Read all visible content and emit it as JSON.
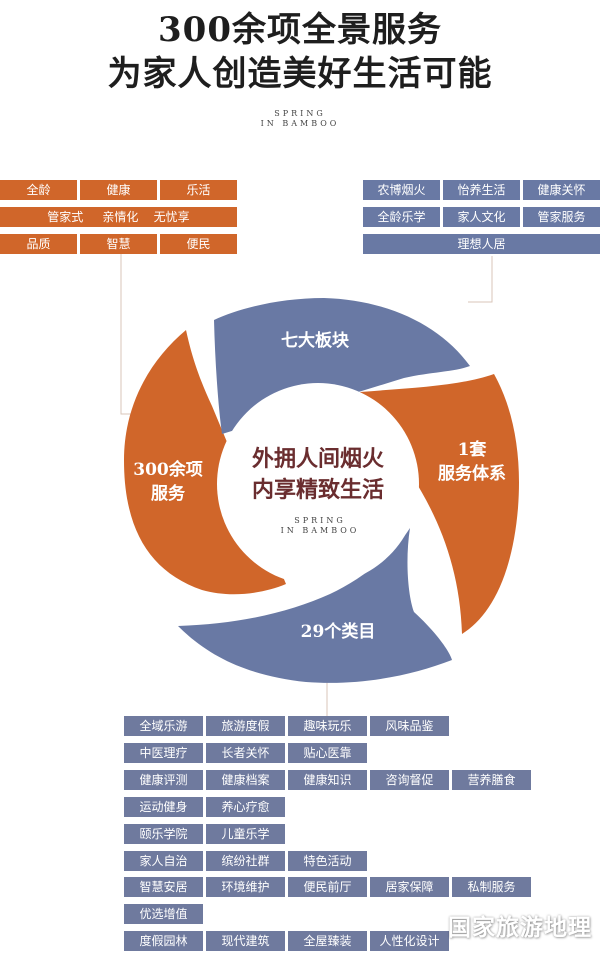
{
  "title": {
    "line1": "300余项全景服务",
    "line2": "为家人创造美好生活可能"
  },
  "brand": {
    "line1": "SPRING",
    "line2": "IN BAMBOO"
  },
  "colors": {
    "orange": "#d0662a",
    "blue": "#6979a4",
    "center_text": "#6a2d2f"
  },
  "left_tags": [
    "全龄",
    "健康",
    "乐活",
    "管家式",
    "亲情化",
    "无忧享",
    "品质",
    "智慧",
    "便民"
  ],
  "right_tags": [
    "农博烟火",
    "怡养生活",
    "健康关怀",
    "全龄乐学",
    "家人文化",
    "管家服务",
    "理想人居"
  ],
  "segments": {
    "top": "七大板块",
    "right_line1": "1套",
    "right_line2": "服务体系",
    "bottom": "29个类目",
    "left_line1": "300余项",
    "left_line2": "服务"
  },
  "center": {
    "line1": "外拥人间烟火",
    "line2": "内享精致生活"
  },
  "categories": [
    [
      "全域乐游",
      "旅游度假",
      "趣味玩乐",
      "风味品鉴"
    ],
    [
      "中医理疗",
      "长者关怀",
      "贴心医靠"
    ],
    [
      "健康评测",
      "健康档案",
      "健康知识",
      "咨询督促",
      "营养膳食"
    ],
    [
      "运动健身",
      "养心疗愈"
    ],
    [
      "颐乐学院",
      "儿童乐学"
    ],
    [
      "家人自治",
      "缤纷社群",
      "特色活动"
    ],
    [
      "智慧安居",
      "环境维护",
      "便民前厅",
      "居家保障",
      "私制服务"
    ],
    [
      "优选增值"
    ],
    [
      "度假园林",
      "现代建筑",
      "全屋臻装",
      "人性化设计"
    ]
  ],
  "watermark": "国家旅游地理"
}
